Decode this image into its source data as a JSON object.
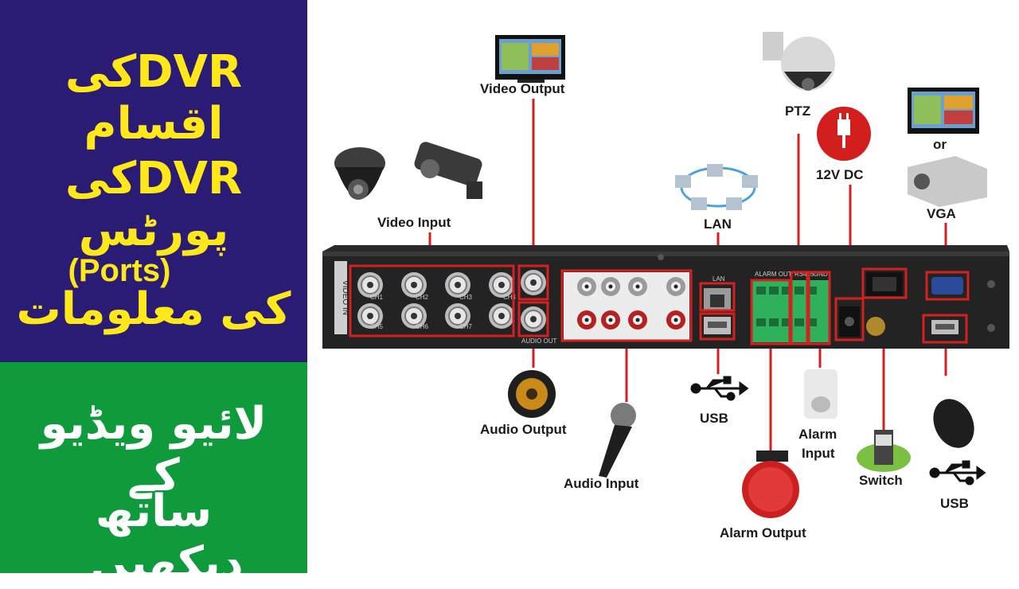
{
  "left_panel": {
    "line1": "DVRکی اقسام",
    "line2": "DVRکی پورٹس",
    "line3": "(Ports)",
    "line4": "کی معلومات",
    "bottom_line1": "لائیو ویڈیو کے",
    "bottom_line2": "ساتھ دیکھیں۔"
  },
  "labels": {
    "video_input": "Video Input",
    "video_output": "Video Output",
    "lan": "LAN",
    "ptz": "PTZ",
    "dc": "12V DC",
    "or": "or",
    "vga": "VGA",
    "audio_output": "Audio Output",
    "audio_input": "Audio Input",
    "usb1": "USB",
    "alarm_input_1": "Alarm",
    "alarm_input_2": "Input",
    "alarm_output": "Alarm Output",
    "switch": "Switch",
    "usb2": "USB"
  },
  "panel_text": {
    "video_in": "VIDEO IN",
    "ch1": "CH1",
    "ch2": "CH2",
    "ch3": "CH3",
    "ch4": "CH4",
    "ch5": "CH5",
    "ch6": "CH6",
    "ch7": "CH7",
    "audio_out": "AUDIO OUT",
    "alarm_out": "ALARM OUT",
    "rs485": "RS485",
    "gnd": "GND",
    "lan_port": "LAN"
  },
  "colors": {
    "top_bg": "#2a1b75",
    "bottom_bg": "#0f9a3c",
    "urdu_top": "#ffe81a",
    "urdu_bottom": "#ffffff",
    "highlight": "#d42020",
    "dvr_body": "#262626"
  }
}
